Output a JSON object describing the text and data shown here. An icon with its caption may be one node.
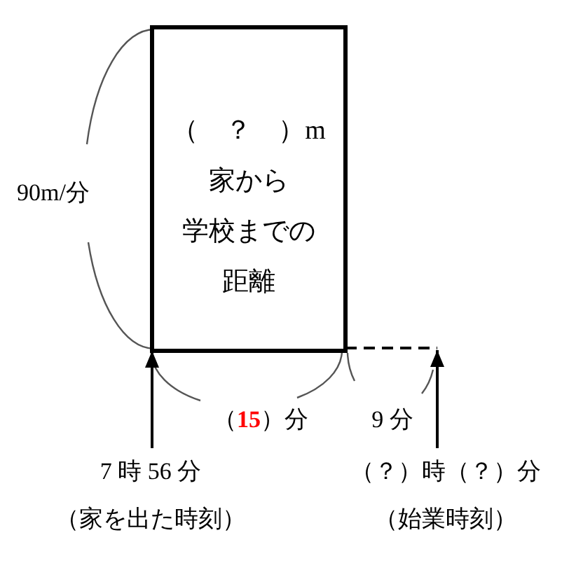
{
  "diagram": {
    "nodes": [
      {
        "text": [
          "（　？　）m",
          "家から学校までの距離"
        ]
      },
      {
        "text": [
          "7 時 56 分",
          "（家を出た時刻）"
        ]
      },
      {
        "text": [
          "（？）時（？）分",
          "（始業時刻）"
        ]
      }
    ],
    "edges": [
      {
        "from": 1,
        "to": 0,
        "arrow": "to"
      },
      {
        "from": 2,
        "to": null,
        "arrow": "to"
      },
      {
        "from": 0,
        "to": null,
        "arrow": "none",
        "style": "dashed"
      }
    ],
    "labels": [
      "90m/分",
      "（**15**）分",
      "9 分"
    ]
  }
}
